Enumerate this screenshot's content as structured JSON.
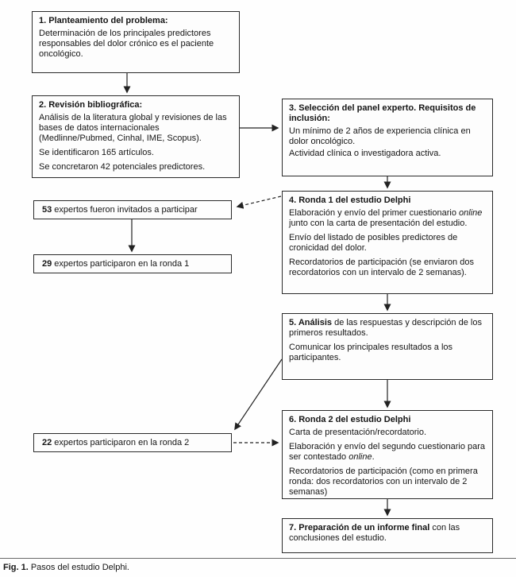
{
  "colors": {
    "background": "#fefefe",
    "box_border": "#2a2a2a",
    "text": "#151515",
    "arrow": "#222222"
  },
  "figure": {
    "caption": {
      "label": "Fig. 1.",
      "text": " Pasos del estudio Delphi."
    },
    "boxes": {
      "step1": {
        "title": "1. Planteamiento del problema:",
        "body": [
          "Determinación de los principales predictores responsables del dolor crónico es el paciente oncológico."
        ]
      },
      "step2": {
        "title": "2. Revisión bibliográfica:",
        "body": [
          "Análisis de la literatura global y revisiones de las bases de datos internacionales (Medlinne/Pubmed, Cinhal, IME, Scopus).",
          "Se identificaron 165 artículos.",
          "Se concretaron 42 potenciales predictores."
        ]
      },
      "step3": {
        "title": "3. Selección del panel experto. Requisitos de inclusión:",
        "body": [
          "Un mínimo de 2 años de experiencia clínica en dolor oncológico.",
          "Actividad clínica o investigadora activa."
        ]
      },
      "step4": {
        "title": "4. Ronda 1 del estudio Delphi",
        "body1": {
          "pre": "Elaboración y envío del primer cuestionario ",
          "italic": "online",
          "post": " junto con la carta de presentación del estudio."
        },
        "body2": "Envío del listado de posibles predictores de cronicidad del dolor.",
        "body3": "Recordatorios de participación (se enviaron dos recordatorios con un intervalo de 2 semanas)."
      },
      "step5": {
        "title_bold": "5. Análisis",
        "title_rest": " de las respuestas y descripción de los primeros resultados.",
        "body": [
          "Comunicar los principales resultados a los participantes."
        ]
      },
      "step6": {
        "title": "6. Ronda 2 del estudio Delphi",
        "body1": "Carta de presentación/recordatorio.",
        "body2": {
          "pre": "Elaboración y envío del segundo cuestionario para ser contestado ",
          "italic": "online",
          "post": "."
        },
        "body3": "Recordatorios de participación (como en primera ronda: dos recordatorios con un intervalo de 2 semanas)"
      },
      "step7": {
        "title_bold": "7. Preparación de un informe final",
        "title_rest": " con las conclusiones del estudio."
      },
      "experts_invited": {
        "count": "53",
        "text": " expertos fueron invitados a participar"
      },
      "experts_round1": {
        "count": "29",
        "text": " expertos participaron en la ronda 1"
      },
      "experts_round2": {
        "count": "22",
        "text": " expertos participaron en la ronda 2"
      }
    }
  }
}
